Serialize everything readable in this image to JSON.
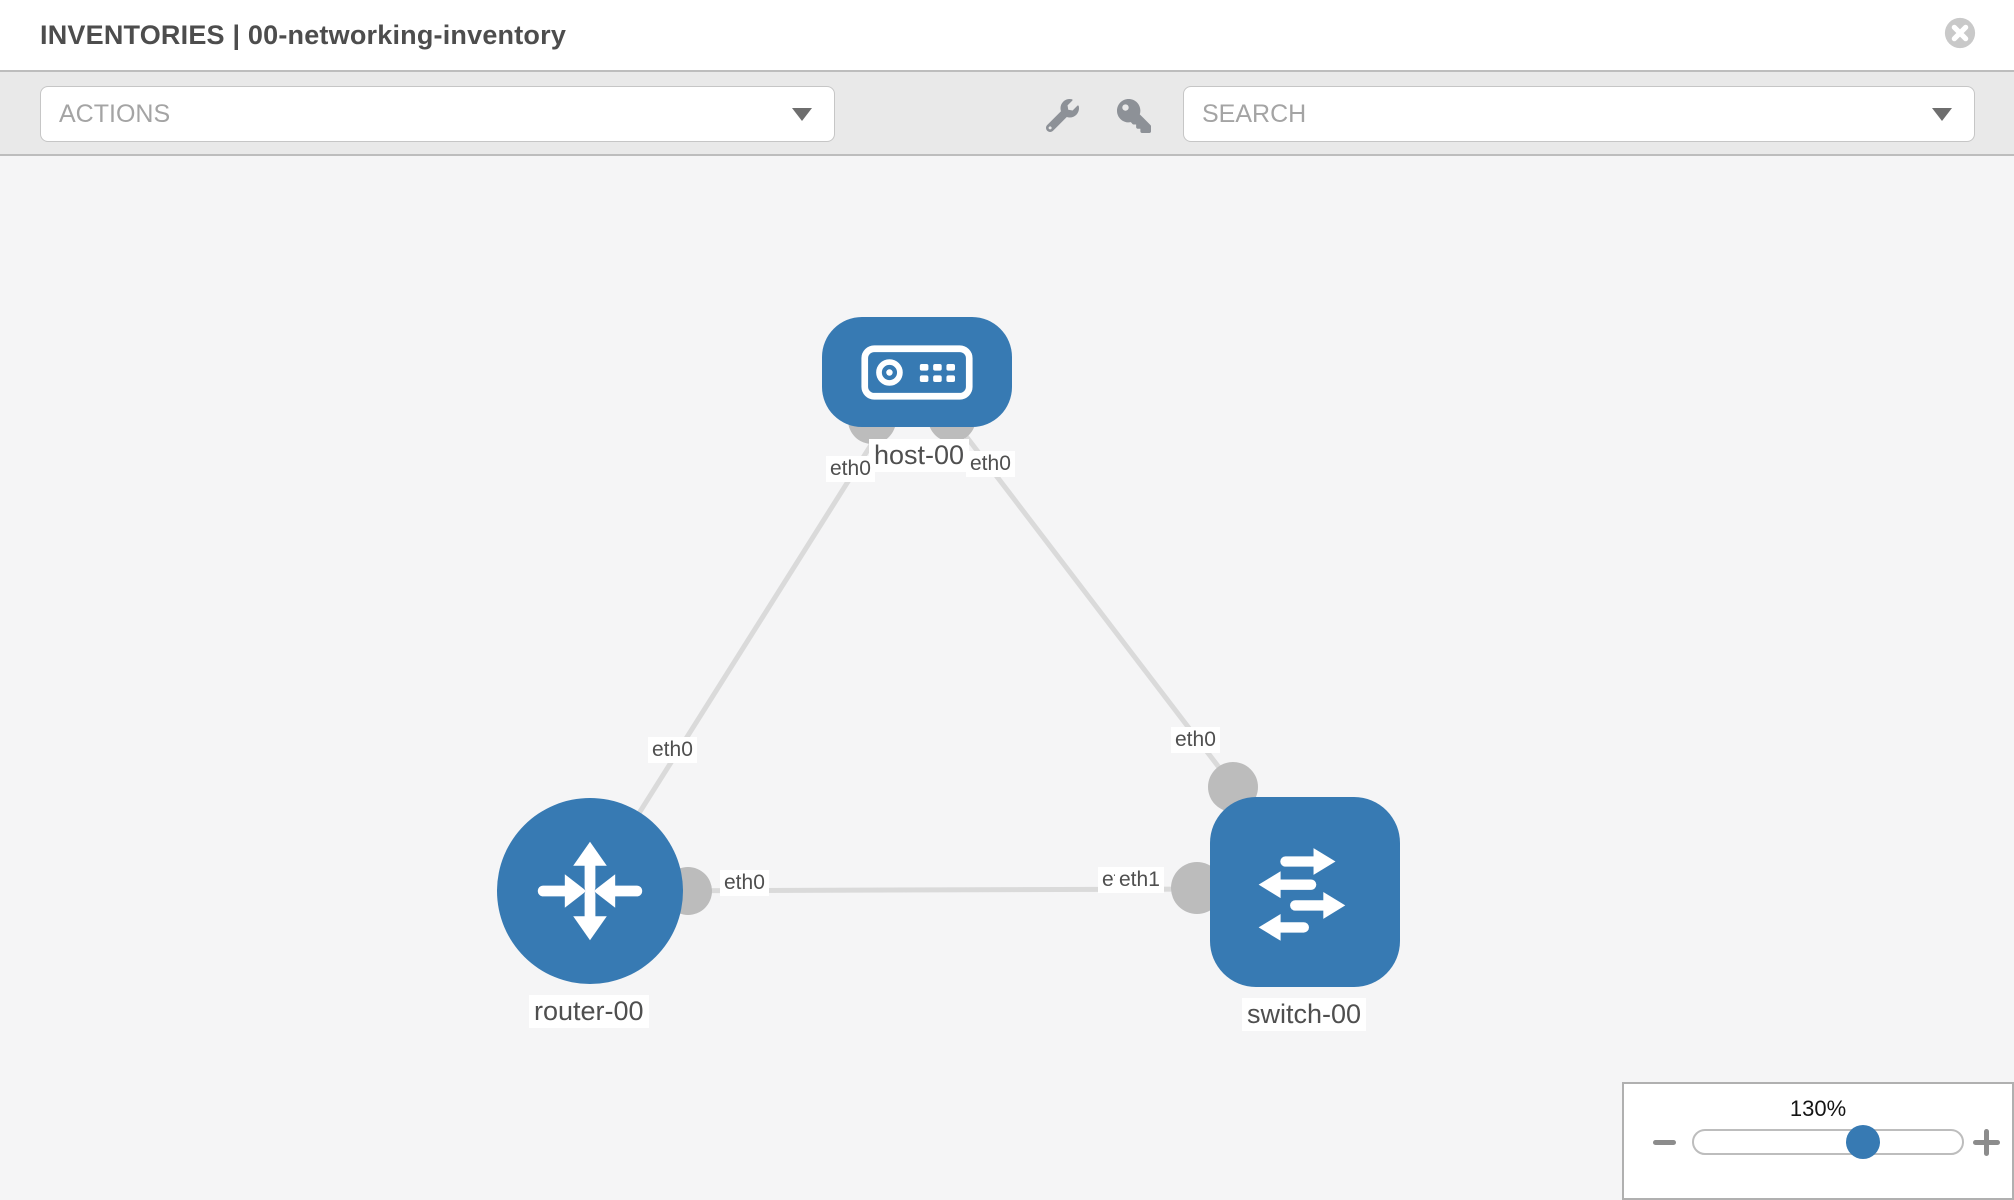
{
  "header": {
    "title": "INVENTORIES | 00-networking-inventory"
  },
  "toolbar": {
    "actions_label": "ACTIONS",
    "search_label": "SEARCH",
    "icons": [
      "wrench-icon",
      "key-icon"
    ]
  },
  "topology": {
    "nodes": [
      {
        "label": "host-00",
        "type": "host"
      },
      {
        "label": "router-00",
        "type": "router"
      },
      {
        "label": "switch-00",
        "type": "switch"
      }
    ],
    "links": [
      {
        "from": "host-00",
        "to": "router-00",
        "from_iface": "eth0",
        "to_iface": "eth0"
      },
      {
        "from": "host-00",
        "to": "switch-00",
        "from_iface": "eth0",
        "to_iface": "eth0"
      },
      {
        "from": "router-00",
        "to": "switch-00",
        "from_iface": "eth0",
        "to_iface": "eth1",
        "to_iface_overlapped": "eth0"
      }
    ]
  },
  "zoom_control": {
    "value": "130%"
  },
  "colors": {
    "node_blue": "#377ab3",
    "link_gray": "#dadada",
    "dot_gray": "#bcbcbc",
    "canvas_bg": "#f5f5f6"
  }
}
